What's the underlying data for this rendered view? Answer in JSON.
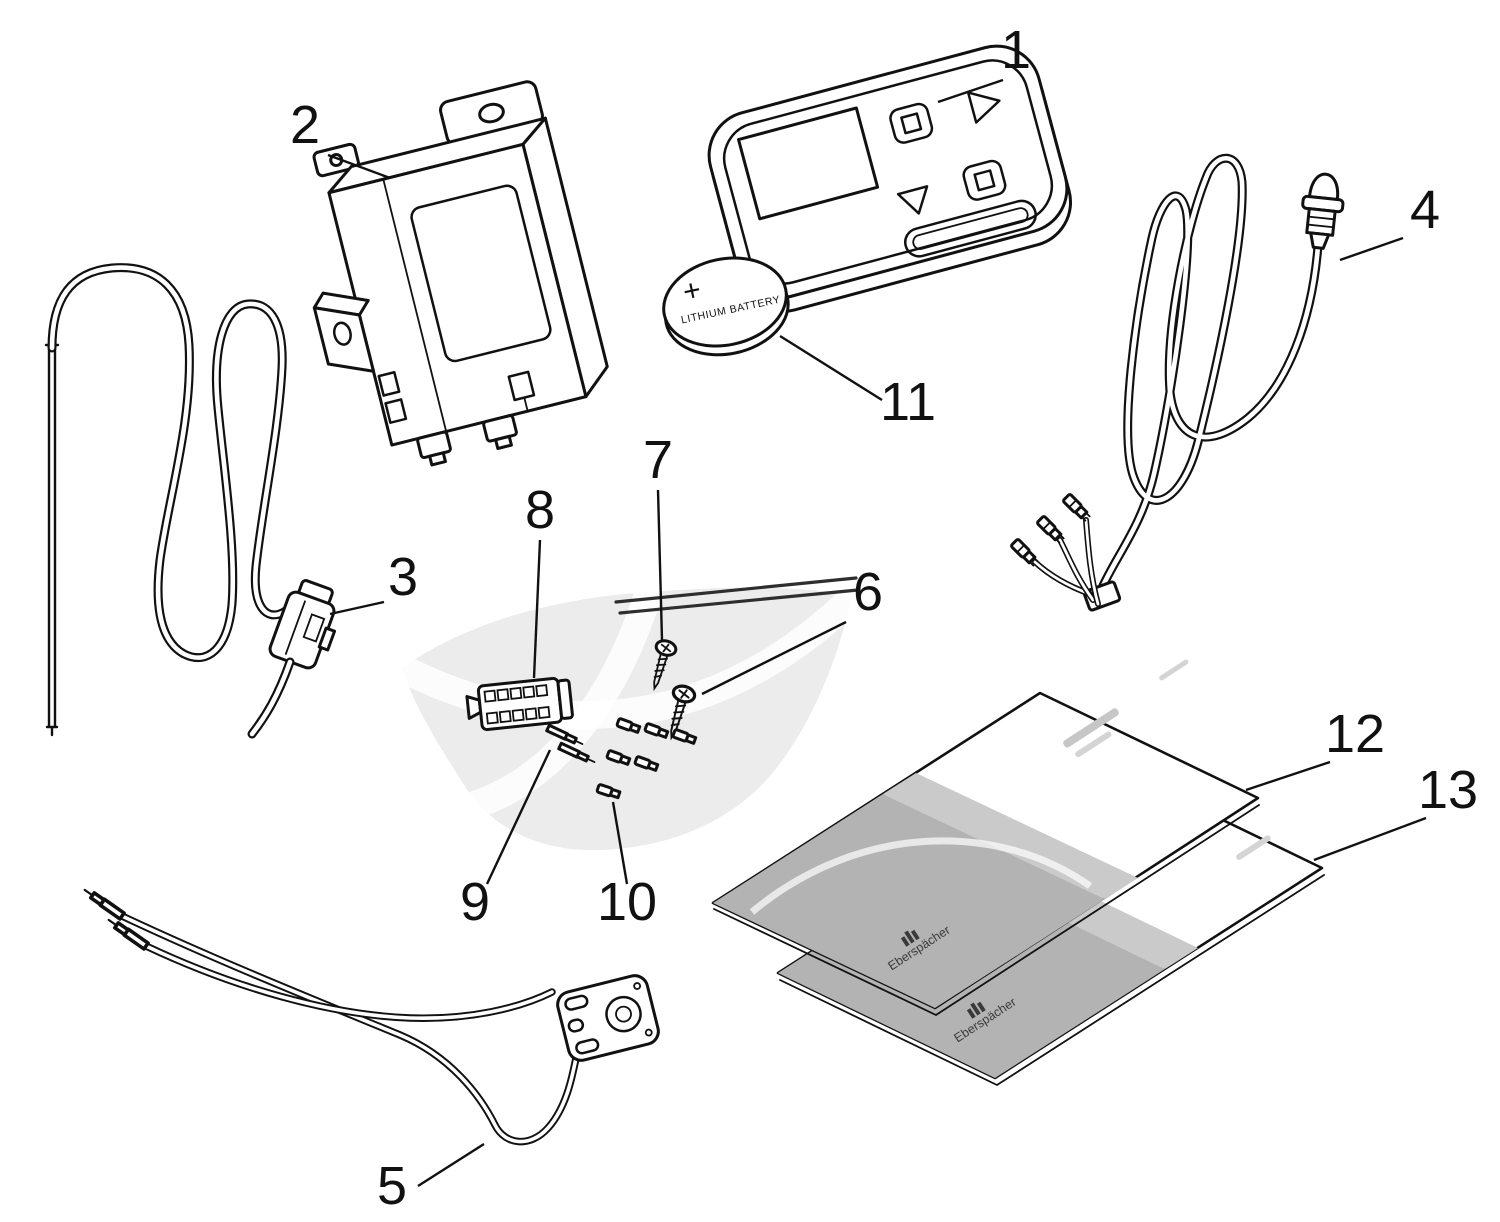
{
  "diagram": {
    "type": "exploded-parts-diagram",
    "background_color": "#ffffff",
    "line_color": "#111111",
    "bag_color": "#ececec",
    "document_gray": "#b3b3b3"
  },
  "parts": [
    {
      "number": "1",
      "name": "remote-control-handset"
    },
    {
      "number": "2",
      "name": "receiver-control-module"
    },
    {
      "number": "3",
      "name": "temperature-sensor-with-cable"
    },
    {
      "number": "4",
      "name": "indicator-lamp-with-cable"
    },
    {
      "number": "5",
      "name": "switch-cable-assembly"
    },
    {
      "number": "6",
      "name": "screw-large"
    },
    {
      "number": "7",
      "name": "screw-small"
    },
    {
      "number": "8",
      "name": "connector-housing"
    },
    {
      "number": "9",
      "name": "crimp-pins"
    },
    {
      "number": "10",
      "name": "crimp-terminals"
    },
    {
      "number": "11",
      "name": "lithium-coin-battery"
    },
    {
      "number": "12",
      "name": "manual-booklet-1"
    },
    {
      "number": "13",
      "name": "manual-booklet-2"
    }
  ],
  "battery": {
    "polarity": "+",
    "label": "LITHIUM BATTERY"
  },
  "documents": {
    "brand": "Eberspächer"
  }
}
